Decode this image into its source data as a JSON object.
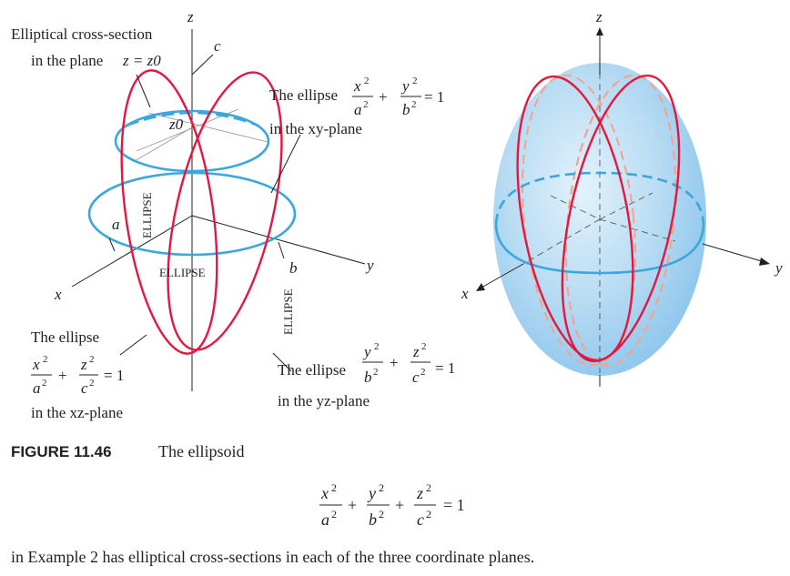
{
  "left_figure": {
    "axis_labels": {
      "x": "x",
      "y": "y",
      "z": "z"
    },
    "point_labels": {
      "a": "a",
      "b": "b",
      "c": "c",
      "z0": "z0"
    },
    "ellipse_tags": {
      "xz": "ELLIPSE",
      "yz": "ELLIPSE",
      "xy": "ELLIPSE"
    },
    "cross_section_callout": {
      "line1": "Elliptical cross-section",
      "line2_prefix": "in the plane ",
      "line2_eq": "z = z0"
    },
    "xy_callout": {
      "lead": "The ellipse",
      "tail": "in the xy-plane",
      "equation": "x^2/a^2 + y^2/b^2 = 1"
    },
    "xz_callout": {
      "lead": "The ellipse",
      "tail": "in the xz-plane",
      "equation": "x^2/a^2 + z^2/c^2 = 1"
    },
    "yz_callout": {
      "lead": "The ellipse",
      "tail": "in the yz-plane",
      "equation": "y^2/b^2 + z^2/c^2 = 1"
    }
  },
  "right_figure": {
    "axis_labels": {
      "x": "x",
      "y": "y",
      "z": "z"
    }
  },
  "caption": {
    "label": "FIGURE 11.46",
    "text": "The ellipsoid",
    "equation": "x^2/a^2 + y^2/b^2 + z^2/c^2 = 1",
    "body": "in Example 2 has elliptical cross-sections in each of the three coordinate planes."
  },
  "colors": {
    "red": "#e4173f",
    "blue": "#3aa7dd",
    "salmon": "#f4a38e",
    "ink": "#231f20"
  }
}
